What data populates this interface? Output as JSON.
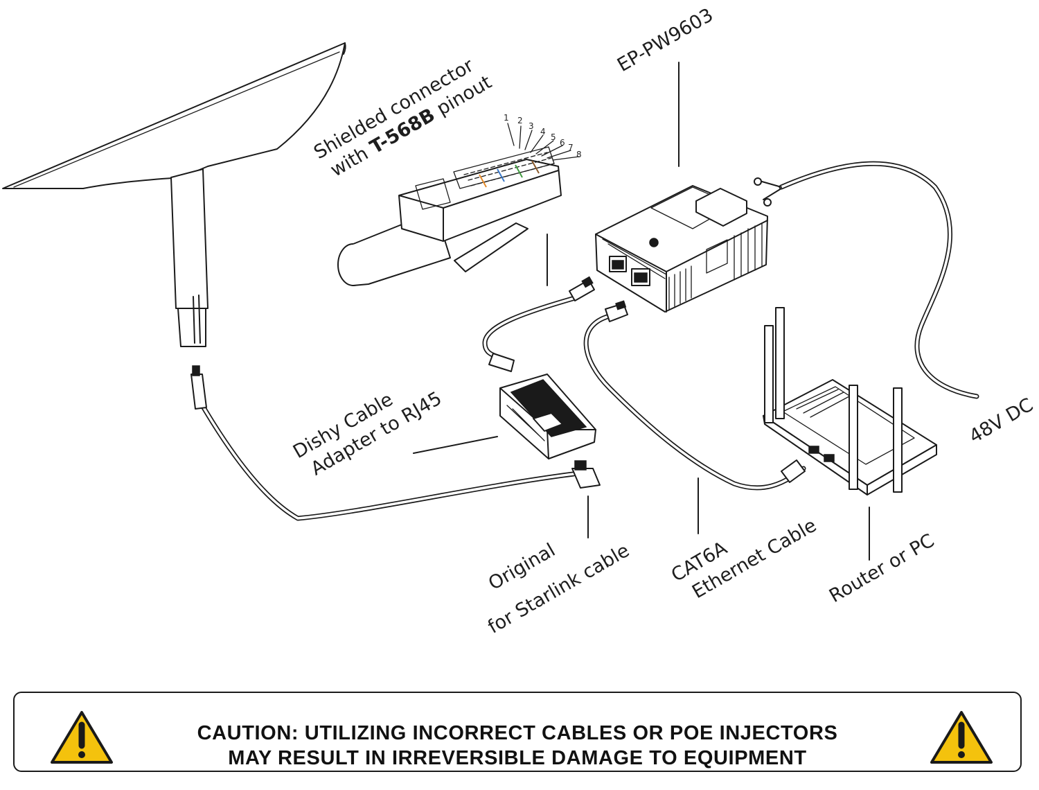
{
  "labels": {
    "shielded_line1": "Shielded connector",
    "shielded_line2_prefix": "with ",
    "shielded_line2_bold": "T-568B",
    "shielded_line2_suffix": " pinout",
    "model": "EP-PW9603",
    "dishy_line1": "Dishy Cable",
    "dishy_line2": "Adapter to RJ45",
    "original_line1": "Original",
    "original_line2": "for Starlink cable",
    "cat6a_line1": "CAT6A",
    "cat6a_line2": "Ethernet Cable",
    "router": "Router or PC",
    "power": "48V DC"
  },
  "pins": [
    "1",
    "2",
    "3",
    "4",
    "5",
    "6",
    "7",
    "8"
  ],
  "caution": {
    "line1": "CAUTION: UTILIZING INCORRECT CABLES OR POE INJECTORS",
    "line2": "MAY RESULT IN IRREVERSIBLE DAMAGE TO EQUIPMENT",
    "icon_left": "warning-triangle-icon",
    "icon_right": "warning-triangle-icon",
    "icon_color": "#f4c20d"
  }
}
